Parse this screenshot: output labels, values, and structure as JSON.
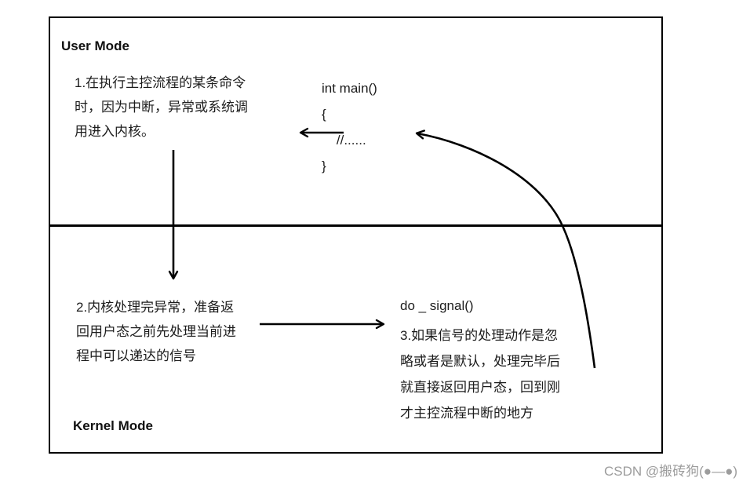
{
  "diagram": {
    "user_mode_label": "User Mode",
    "kernel_mode_label": "Kernel Mode",
    "step1": "1.在执行主控流程的某条命令\n时，因为中断，异常或系统调\n用进入内核。",
    "code": "int main()\n{\n    //......\n}",
    "step2": "2.内核处理完异常，准备返\n回用户态之前先处理当前进\n程中可以递达的信号",
    "do_signal": "do _ signal()",
    "step3": "3.如果信号的处理动作是忽\n略或者是默认，处理完毕后\n就直接返回用户态，回到刚\n才主控流程中断的地方"
  },
  "watermark": {
    "text": "CSDN @搬砖狗(●—●)"
  },
  "colors": {
    "line": "#000000",
    "text": "#1c1c1c",
    "watermark": "#9c9c9c"
  }
}
